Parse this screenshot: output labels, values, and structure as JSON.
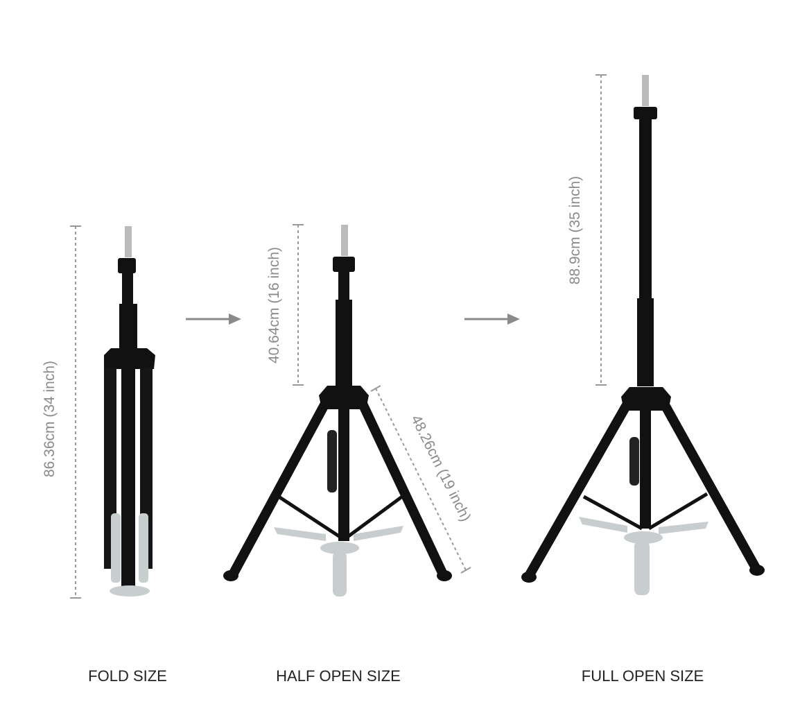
{
  "colors": {
    "dimension_text": "#8a8a8a",
    "tube": "#111111",
    "metal": "#c8cdd0",
    "arrow": "#8a8a8a"
  },
  "stands": [
    {
      "caption": "FOLD SIZE",
      "dimension": "86.36cm (34 inch)"
    },
    {
      "caption": "HALF OPEN SIZE",
      "dimension": "40.64cm (16 inch)",
      "leg_dimension": "48.26cm (19 inch)"
    },
    {
      "caption": "FULL OPEN SIZE",
      "dimension": "88.9cm (35 inch)"
    }
  ],
  "icons": [
    "arrow-right-icon",
    "arrow-right-icon"
  ]
}
